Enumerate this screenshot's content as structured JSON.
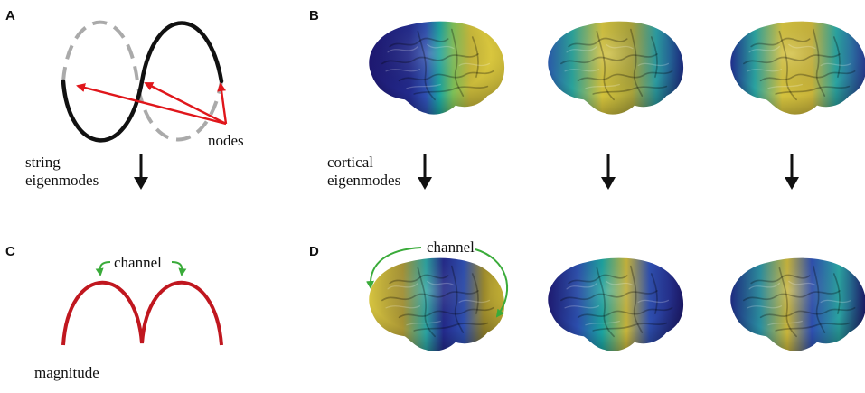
{
  "panels": {
    "A": "A",
    "B": "B",
    "C": "C",
    "D": "D"
  },
  "labels": {
    "nodes": "nodes",
    "string_line1": "string",
    "string_line2": "eigenmodes",
    "cortical_line1": "cortical",
    "cortical_line2": "eigenmodes",
    "channel_c": "channel",
    "channel_d": "channel",
    "magnitude": "magnitude"
  },
  "colors": {
    "string_solid": "#111111",
    "string_dashed": "#aaaaaa",
    "node_arrows": "#e0161b",
    "magnitude_curve": "#c0171f",
    "channel_arrows": "#3aab3a",
    "down_arrows": "#111111",
    "brain_dark_blue": "#1e1870",
    "brain_blue": "#2e4fb0",
    "brain_teal": "#1aa3a0",
    "brain_yellow": "#d9c43a",
    "brain_olive": "#9c8a2c"
  },
  "brains": [
    {
      "panel": "B",
      "name": "brain-mode-1"
    },
    {
      "panel": "B",
      "name": "brain-mode-2"
    },
    {
      "panel": "B",
      "name": "brain-mode-3"
    },
    {
      "panel": "D",
      "name": "brain-magnitude-1"
    },
    {
      "panel": "D",
      "name": "brain-magnitude-2"
    },
    {
      "panel": "D",
      "name": "brain-magnitude-3"
    }
  ]
}
